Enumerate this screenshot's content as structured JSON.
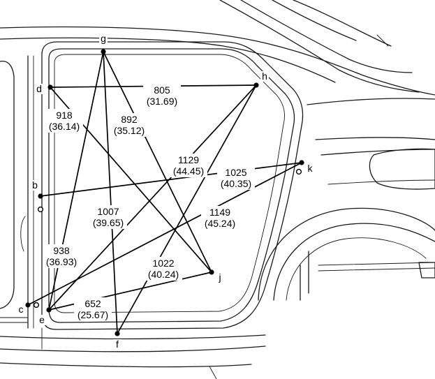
{
  "points": [
    {
      "id": "g",
      "label": "g"
    },
    {
      "id": "h",
      "label": "h"
    },
    {
      "id": "d",
      "label": "d"
    },
    {
      "id": "b",
      "label": "b"
    },
    {
      "id": "k",
      "label": "k"
    },
    {
      "id": "j",
      "label": "j"
    },
    {
      "id": "c",
      "label": "c"
    },
    {
      "id": "e",
      "label": "e"
    },
    {
      "id": "f",
      "label": "f"
    }
  ],
  "measurements": [
    {
      "from": "d",
      "to": "h",
      "mm": "805",
      "in": "(31.69)"
    },
    {
      "from": "d",
      "to": "j",
      "mm": "918",
      "in": "(36.14)"
    },
    {
      "from": "g",
      "to": "j",
      "mm": "892",
      "in": "(35.12)"
    },
    {
      "from": "e",
      "to": "h",
      "mm": "1129",
      "in": "(44.45)"
    },
    {
      "from": "b",
      "to": "k",
      "mm": "1025",
      "in": "(40.35)"
    },
    {
      "from": "g",
      "to": "f",
      "mm": "1007",
      "in": "(39.65)"
    },
    {
      "from": "c",
      "to": "k",
      "mm": "1149",
      "in": "(45.24)"
    },
    {
      "from": "g",
      "to": "e",
      "mm": "938",
      "in": "(36.93)"
    },
    {
      "from": "f",
      "to": "h",
      "mm": "1022",
      "in": "(40.24)"
    },
    {
      "from": "e",
      "to": "j",
      "mm": "652",
      "in": "(25.67)"
    }
  ]
}
